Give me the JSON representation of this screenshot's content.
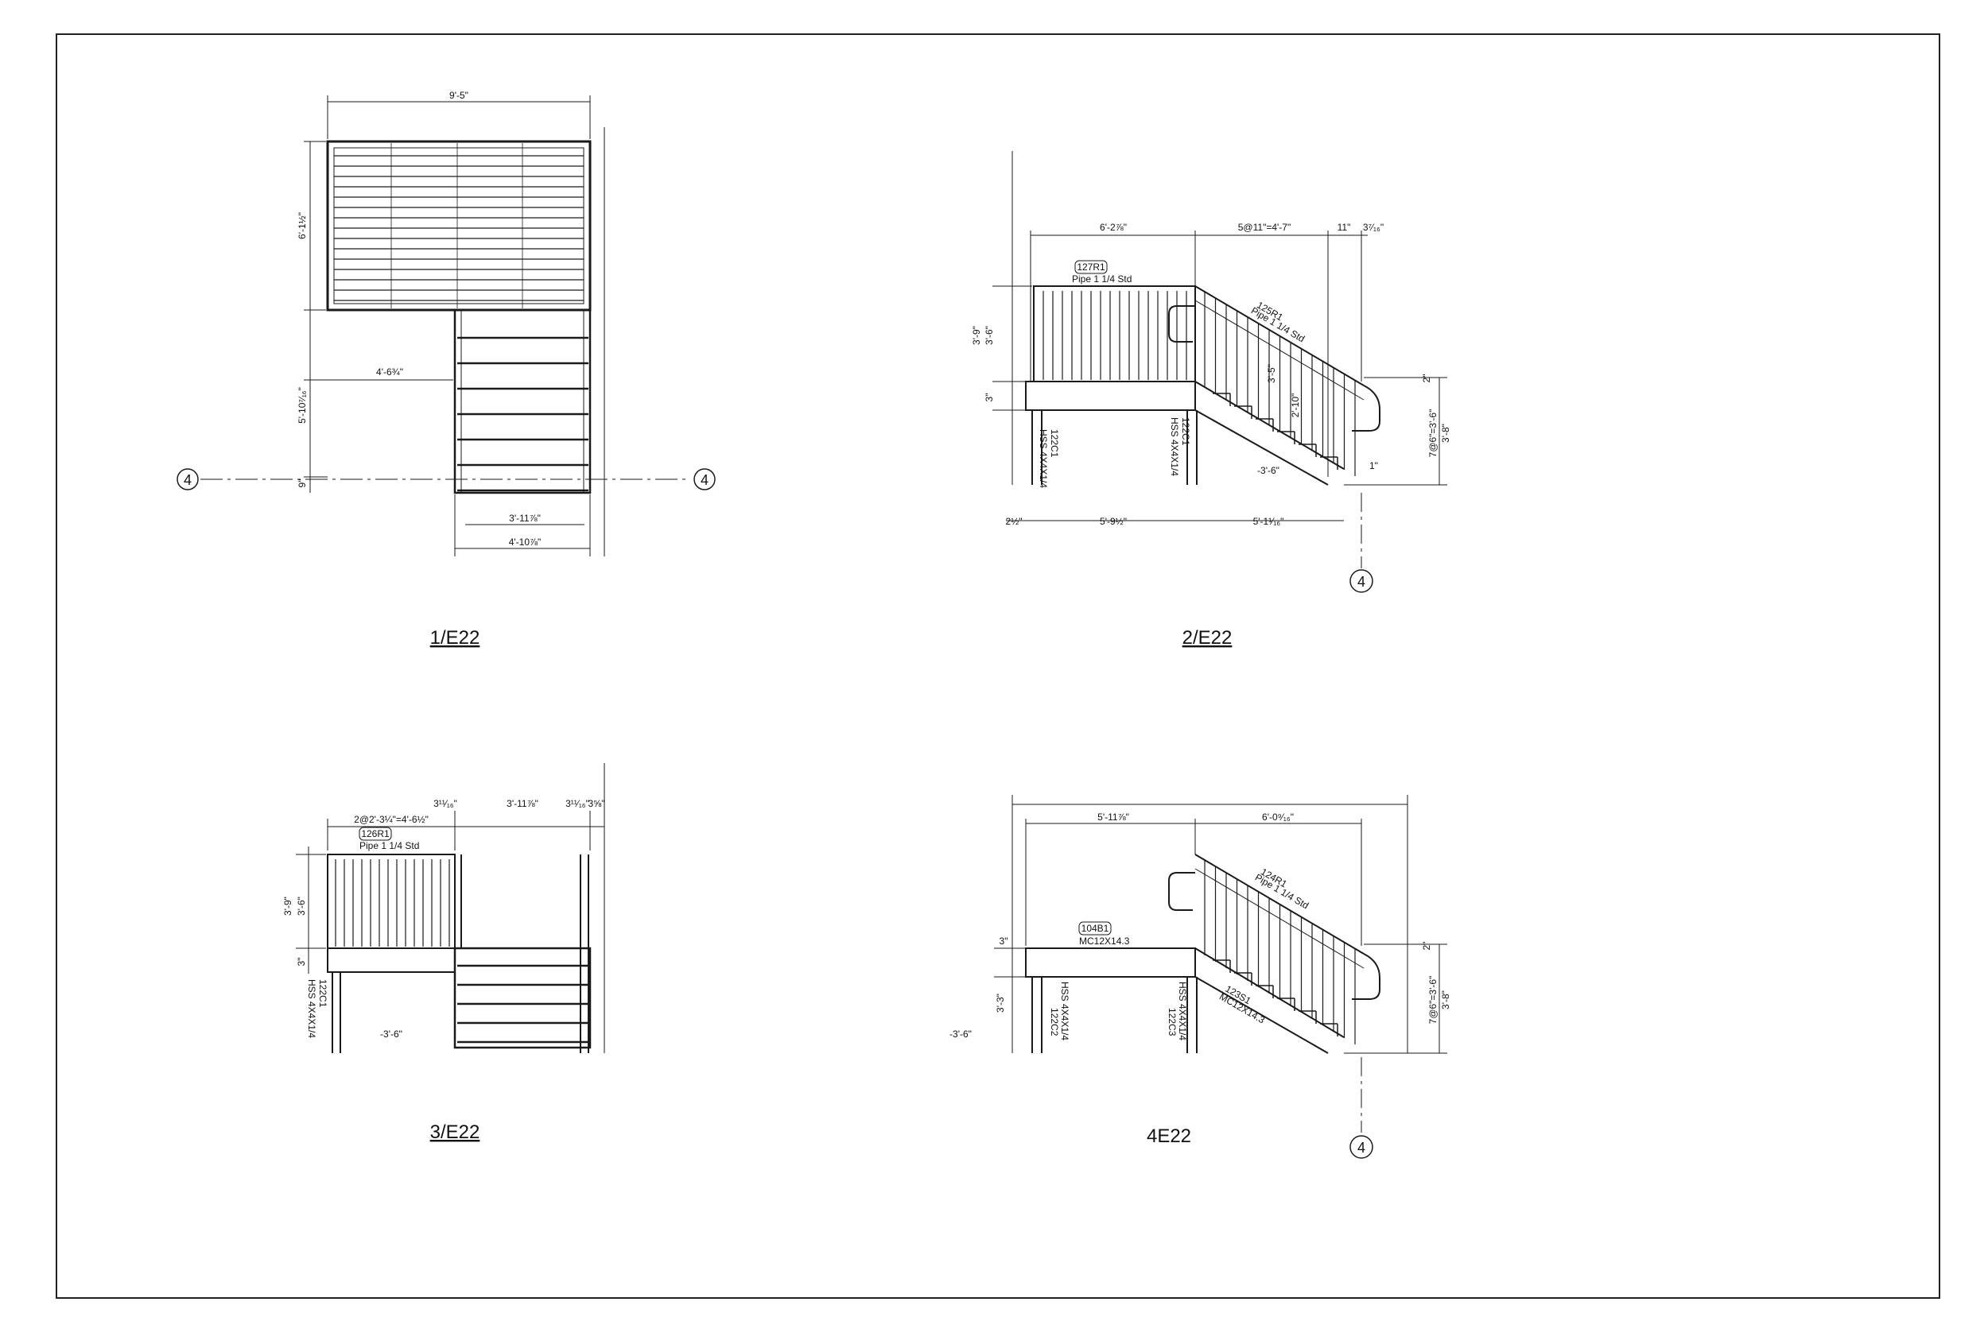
{
  "views": {
    "v1": {
      "title": "1/E22",
      "dims": {
        "top_width": "9'-5\"",
        "upper_height": "6'-1½\"",
        "lower_height": "5'-10⁷⁄₁₆\"",
        "landing_offset": "4'-6¾\"",
        "bottom_gap": "9\"",
        "stair_inner": "3'-11⅞\"",
        "stair_outer": "4'-10⅞\""
      },
      "grid_label": "4"
    },
    "v2": {
      "title": "2/E22",
      "dims": {
        "top_left": "6'-2⅞\"",
        "top_mid": "5@11\"=4'-7\"",
        "top_right_a": "11\"",
        "top_right_b": "3⁷⁄₁₆\"",
        "rail_h1": "3'-9\"",
        "rail_h2": "3'-6\"",
        "deck_t": "3\"",
        "rise_total": "7@6\"=3'-6\"",
        "rise_b": "3'-8\"",
        "bottom_left": "5'-9½\"",
        "bottom_right": "5'-1¹⁄₁₆\"",
        "bottom_edge": "2½\"",
        "rail_small": "2\"",
        "stair_end": "1\"",
        "post_a": "3'-5\"",
        "post_b": "2'-10\"",
        "ground": "-3'-6\""
      },
      "tags": {
        "rail_tag": "127R1",
        "rail_desc": "Pipe 1 1/4 Std",
        "stair_rail_tag": "125R1",
        "stair_rail_desc": "Pipe 1 1/4 Std",
        "col_tag_a": "122C1",
        "col_desc_a": "HSS 4X4X1/4",
        "col_tag_b": "122C1",
        "col_desc_b": "HSS 4X4X1/4"
      },
      "grid_label": "4"
    },
    "v3": {
      "title": "3/E22",
      "dims": {
        "top_spacing": "2@2'-3¼\"=4'-6½\"",
        "top_a": "3¹¹⁄₁₆\"",
        "top_b": "3'-11⅞\"",
        "top_c": "3¹¹⁄₁₆\"",
        "top_d": "3⅝\"",
        "rail_h1": "3'-9\"",
        "rail_h2": "3'-6\"",
        "deck_t": "3\"",
        "ground": "-3'-6\""
      },
      "tags": {
        "rail_tag": "126R1",
        "rail_desc": "Pipe 1 1/4 Std",
        "col_tag": "122C1",
        "col_desc": "HSS 4X4X1/4"
      }
    },
    "v4": {
      "title": "4E22",
      "dims": {
        "top_left": "5'-11⅞\"",
        "top_right": "6'-0⁹⁄₁₆\"",
        "deck_t": "3\"",
        "col_h": "3'-3\"",
        "rise_total": "7@6\"=3'-6\"",
        "rise_b": "3'-8\"",
        "rail_small": "2\"",
        "ground": "-3'-6\""
      },
      "tags": {
        "beam_tag": "104B1",
        "beam_desc": "MC12X14.3",
        "stair_rail_tag": "124R1",
        "stair_rail_desc": "Pipe 1 1/4 Std",
        "stringer_tag": "123S1",
        "stringer_desc": "MC12X14.3",
        "col_tag_a": "122C2",
        "col_desc_a": "HSS 4X4X1/4",
        "col_tag_b": "122C3",
        "col_desc_b": "HSS 4X4X1/4"
      },
      "grid_label": "4"
    }
  },
  "colors": {
    "line": "#1a1a1a",
    "paper": "#ffffff"
  }
}
